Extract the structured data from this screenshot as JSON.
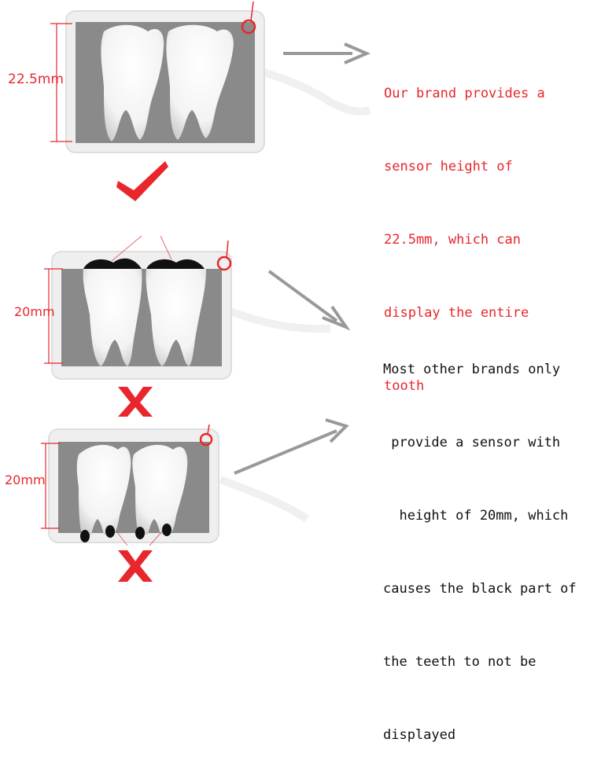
{
  "sensors": [
    {
      "id": "top",
      "height_label": "22.5mm",
      "verdict": "check-icon"
    },
    {
      "id": "middle",
      "height_label": "20mm",
      "verdict": "cross-icon"
    },
    {
      "id": "bottom",
      "height_label": "20mm",
      "verdict": "cross-icon"
    }
  ],
  "captions": {
    "top": [
      "Our brand provides a",
      "sensor height of",
      "22.5mm, which can",
      "display the entire",
      "tooth"
    ],
    "bottom": [
      "Most other brands only",
      " provide a sensor with",
      "  height of 20mm, which",
      "causes the black part of",
      "the teeth to not be",
      "displayed"
    ]
  },
  "colors": {
    "accent_red": "#e8262c",
    "sensor_gray": "#8a8a8a",
    "frame": "#ededed",
    "text_dark": "#111111"
  }
}
